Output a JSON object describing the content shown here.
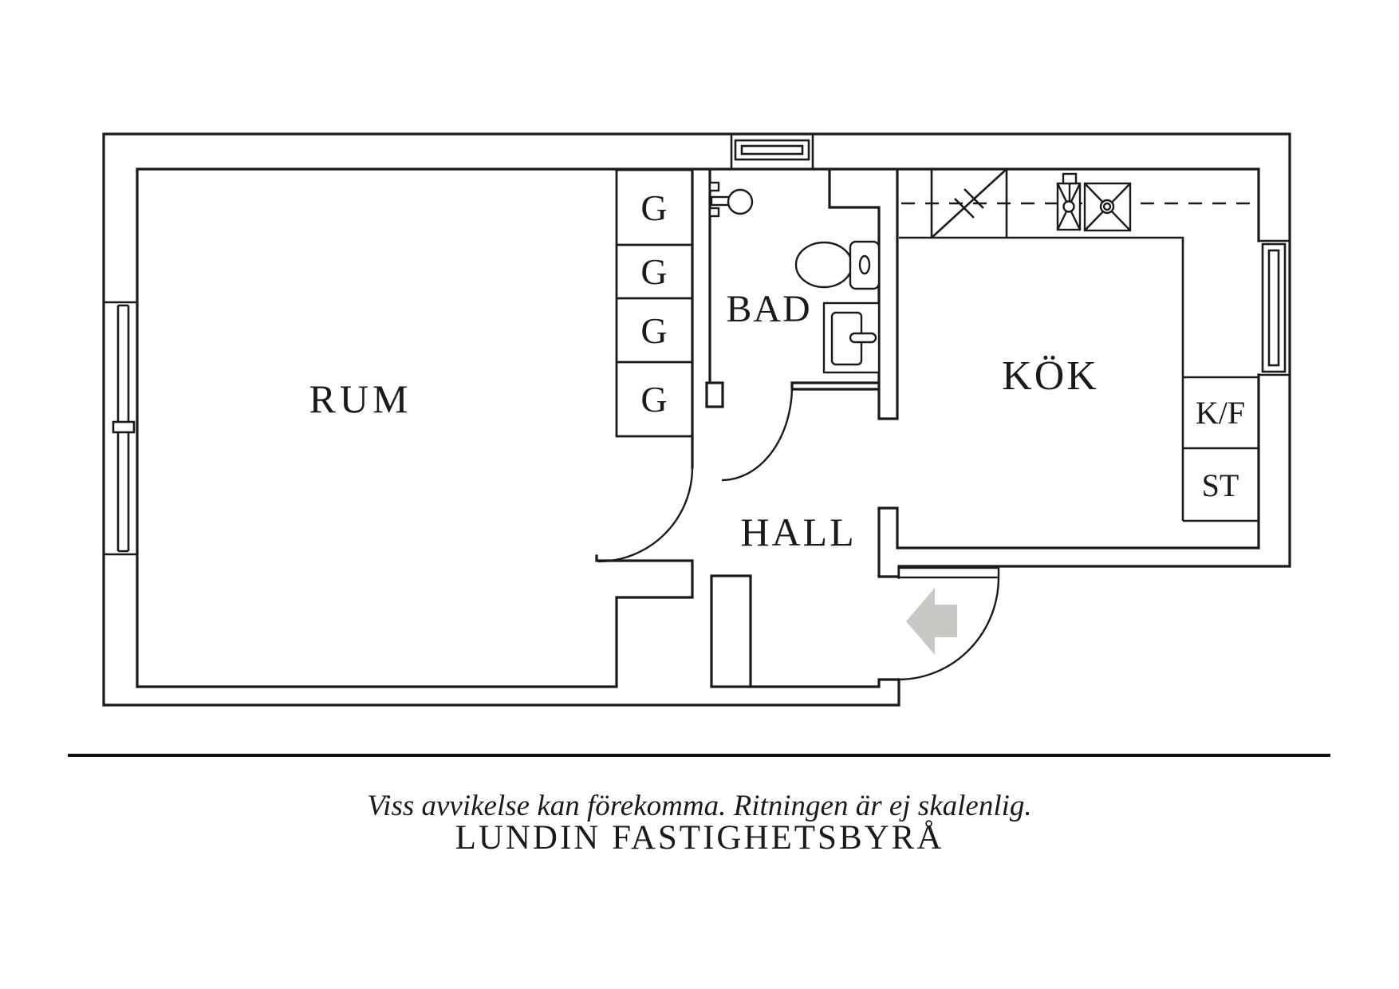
{
  "floorplan": {
    "rooms": {
      "rum": "RUM",
      "bad": "BAD",
      "kok": "KÖK",
      "hall": "HALL"
    },
    "closets": {
      "labels": [
        "G",
        "G",
        "G",
        "G"
      ]
    },
    "appliances": {
      "fridge_freezer": "K/F",
      "cleaning_closet": "ST"
    },
    "colors": {
      "line": "#1a1a1a",
      "entrance_arrow": "#c8c8c4",
      "background": "#ffffff"
    }
  },
  "footer": {
    "disclaimer": "Viss avvikelse kan förekomma. Ritningen är ej skalenlig.",
    "agency": "LUNDIN FASTIGHETSBYRÅ"
  }
}
